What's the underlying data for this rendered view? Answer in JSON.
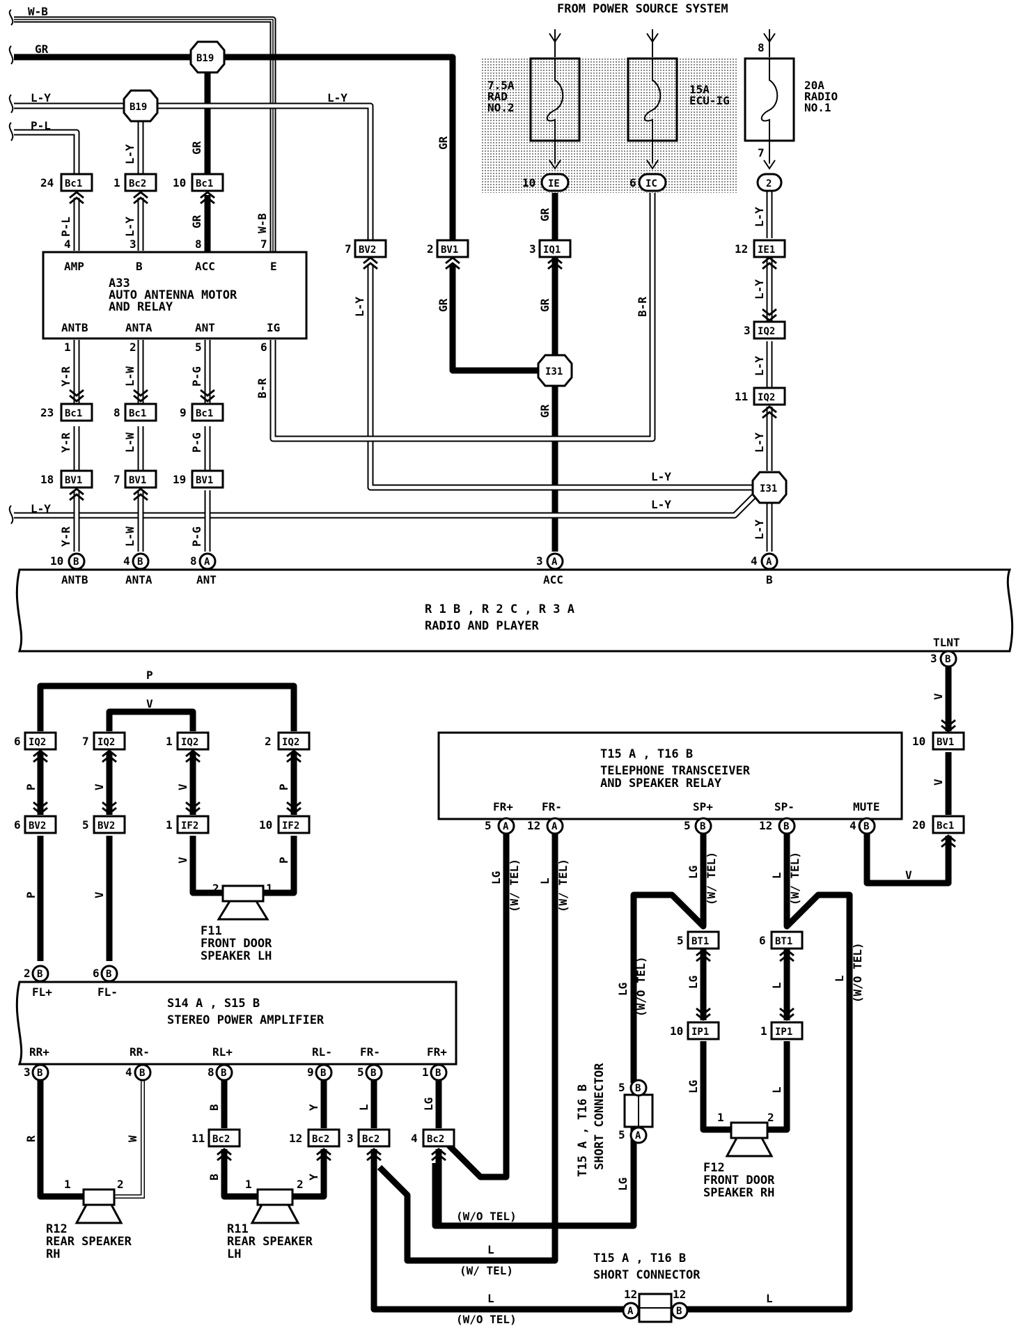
{
  "title": "FROM POWER SOURCE SYSTEM",
  "fuses": [
    {
      "amp": "7.5A",
      "name1": "RAD",
      "name2": "NO.2"
    },
    {
      "amp": "15A",
      "name1": "ECU-IG",
      "name2": ""
    },
    {
      "amp": "20A",
      "name1": "RADIO",
      "name2": "NO.1"
    }
  ],
  "wires": {
    "WB": "W-B",
    "GR": "GR",
    "LY": "L-Y",
    "PL": "P-L",
    "YR": "Y-R",
    "LW": "L-W",
    "PG": "P-G",
    "BR": "B-R",
    "V": "V",
    "P": "P",
    "LG": "LG",
    "L": "L",
    "R": "R",
    "W": "W",
    "B": "B",
    "Y": "Y"
  },
  "notes": {
    "w_tel": "(W/ TEL)",
    "wo_tel": "(W/O TEL)"
  },
  "splices": {
    "b19": "B19",
    "i31": "I31"
  },
  "connectors": {
    "bc1": "Bc1",
    "bc2": "Bc2",
    "bv1": "BV1",
    "bv2": "BV2",
    "iq1": "IQ1",
    "iq2": "IQ2",
    "ie1": "IE1",
    "if2": "IF2",
    "bt1": "BT1",
    "ip1": "IP1",
    "ie": "IE",
    "ic": "IC"
  },
  "pins": {
    "p1": "1",
    "p2": "2",
    "p3": "3",
    "p4": "4",
    "p5": "5",
    "p6": "6",
    "p7": "7",
    "p8": "8",
    "p9": "9",
    "p10": "10",
    "p11": "11",
    "p12": "12",
    "p18": "18",
    "p19": "19",
    "p20": "20",
    "p23": "23",
    "p24": "24"
  },
  "letters": {
    "a": "A",
    "b": "B"
  },
  "antenna": {
    "id": "A33",
    "name1": "AUTO ANTENNA MOTOR",
    "name2": "AND RELAY",
    "t_amp": "AMP",
    "t_b": "B",
    "t_acc": "ACC",
    "t_e": "E",
    "t_antb": "ANTB",
    "t_anta": "ANTA",
    "t_ant": "ANT",
    "t_ig": "IG"
  },
  "radio": {
    "id": "R 1 B , R 2 C , R 3 A",
    "name": "RADIO AND PLAYER",
    "t_antb": "ANTB",
    "t_anta": "ANTA",
    "t_ant": "ANT",
    "t_acc": "ACC",
    "t_b": "B",
    "t_tlnt": "TLNT"
  },
  "telephone": {
    "id": "T15 A , T16 B",
    "name1": "TELEPHONE TRANSCEIVER",
    "name2": "AND SPEAKER RELAY",
    "t_frp": "FR+",
    "t_frm": "FR-",
    "t_spp": "SP+",
    "t_spm": "SP-",
    "t_mute": "MUTE"
  },
  "amplifier": {
    "id": "S14 A , S15 B",
    "name": "STEREO POWER AMPLIFIER",
    "t_flp": "FL+",
    "t_flm": "FL-",
    "t_rrp": "RR+",
    "t_rrm": "RR-",
    "t_rlp": "RL+",
    "t_rlm": "RL-",
    "t_frm": "FR-",
    "t_frp": "FR+"
  },
  "speakers": {
    "f11_id": "F11",
    "f11_1": "FRONT DOOR",
    "f11_2": "SPEAKER LH",
    "f12_id": "F12",
    "f12_1": "FRONT DOOR",
    "f12_2": "SPEAKER RH",
    "r12_id": "R12",
    "r12_1": "REAR SPEAKER",
    "r12_2": "RH",
    "r11_id": "R11",
    "r11_1": "REAR SPEAKER",
    "r11_2": "LH"
  },
  "short_conn": {
    "id": "T15 A , T16 B",
    "name": "SHORT CONNECTOR"
  }
}
